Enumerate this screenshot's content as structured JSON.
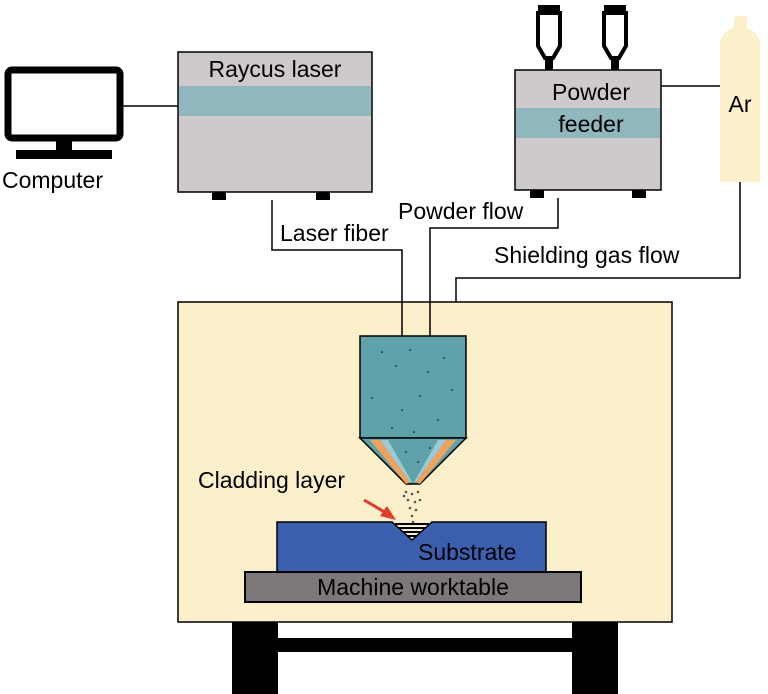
{
  "labels": {
    "computer": "Computer",
    "laser": "Raycus laser",
    "powder_feeder_line1": "Powder",
    "powder_feeder_line2": "feeder",
    "argon": "Ar",
    "laser_fiber": "Laser fiber",
    "powder_flow": "Powder flow",
    "shielding_gas_flow": "Shielding gas flow",
    "cladding_layer": "Cladding layer",
    "substrate": "Substrate",
    "worktable": "Machine worktable"
  },
  "colors": {
    "enclosure": "#fbf0c9",
    "device_body": "#cfcaca",
    "device_band": "#8fb7bd",
    "nozzle": "#5fa2a9",
    "argon_tank": "#fbf0c9",
    "substrate": "#3a5fae",
    "worktable": "#7d7878",
    "arrow": "#e53b2d",
    "powder_cone_orange": "#f0a25a",
    "powder_cone_blue": "#9ac9d8"
  }
}
